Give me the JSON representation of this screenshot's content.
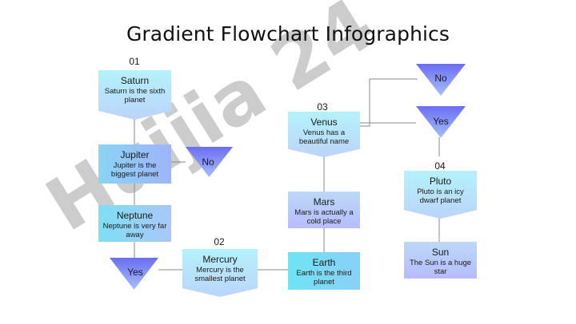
{
  "title": "Gradient Flowchart Infographics",
  "watermark": "Huijia 24",
  "colors": {
    "line": "#8a8a8a",
    "triangle_top": "#6a6ef2",
    "triangle_bottom": "#a6bff9",
    "watermark": "#c4c4c4",
    "watermark_accent": "#d9c7f3"
  },
  "numbers": {
    "n01": "01",
    "n02": "02",
    "n03": "03",
    "n04": "04"
  },
  "nodes": {
    "saturn": {
      "title": "Saturn",
      "desc": "Saturn is the sixth planet"
    },
    "jupiter": {
      "title": "Jupiter",
      "desc": "Jupiter is the biggest planet"
    },
    "neptune": {
      "title": "Neptune",
      "desc": "Neptune is very far away"
    },
    "mercury": {
      "title": "Mercury",
      "desc": "Mercury is the smallest planet"
    },
    "earth": {
      "title": "Earth",
      "desc": "Earth is the third planet"
    },
    "mars": {
      "title": "Mars",
      "desc": "Mars is actually a cold place"
    },
    "venus": {
      "title": "Venus",
      "desc": "Venus has a beautiful name"
    },
    "pluto": {
      "title": "Pluto",
      "desc": "Pluto is an icy dwarf planet"
    },
    "sun": {
      "title": "Sun",
      "desc": "The Sun is a huge star"
    }
  },
  "decisions": {
    "no_left": "No",
    "yes_left": "Yes",
    "no_right": "No",
    "yes_right": "Yes"
  }
}
